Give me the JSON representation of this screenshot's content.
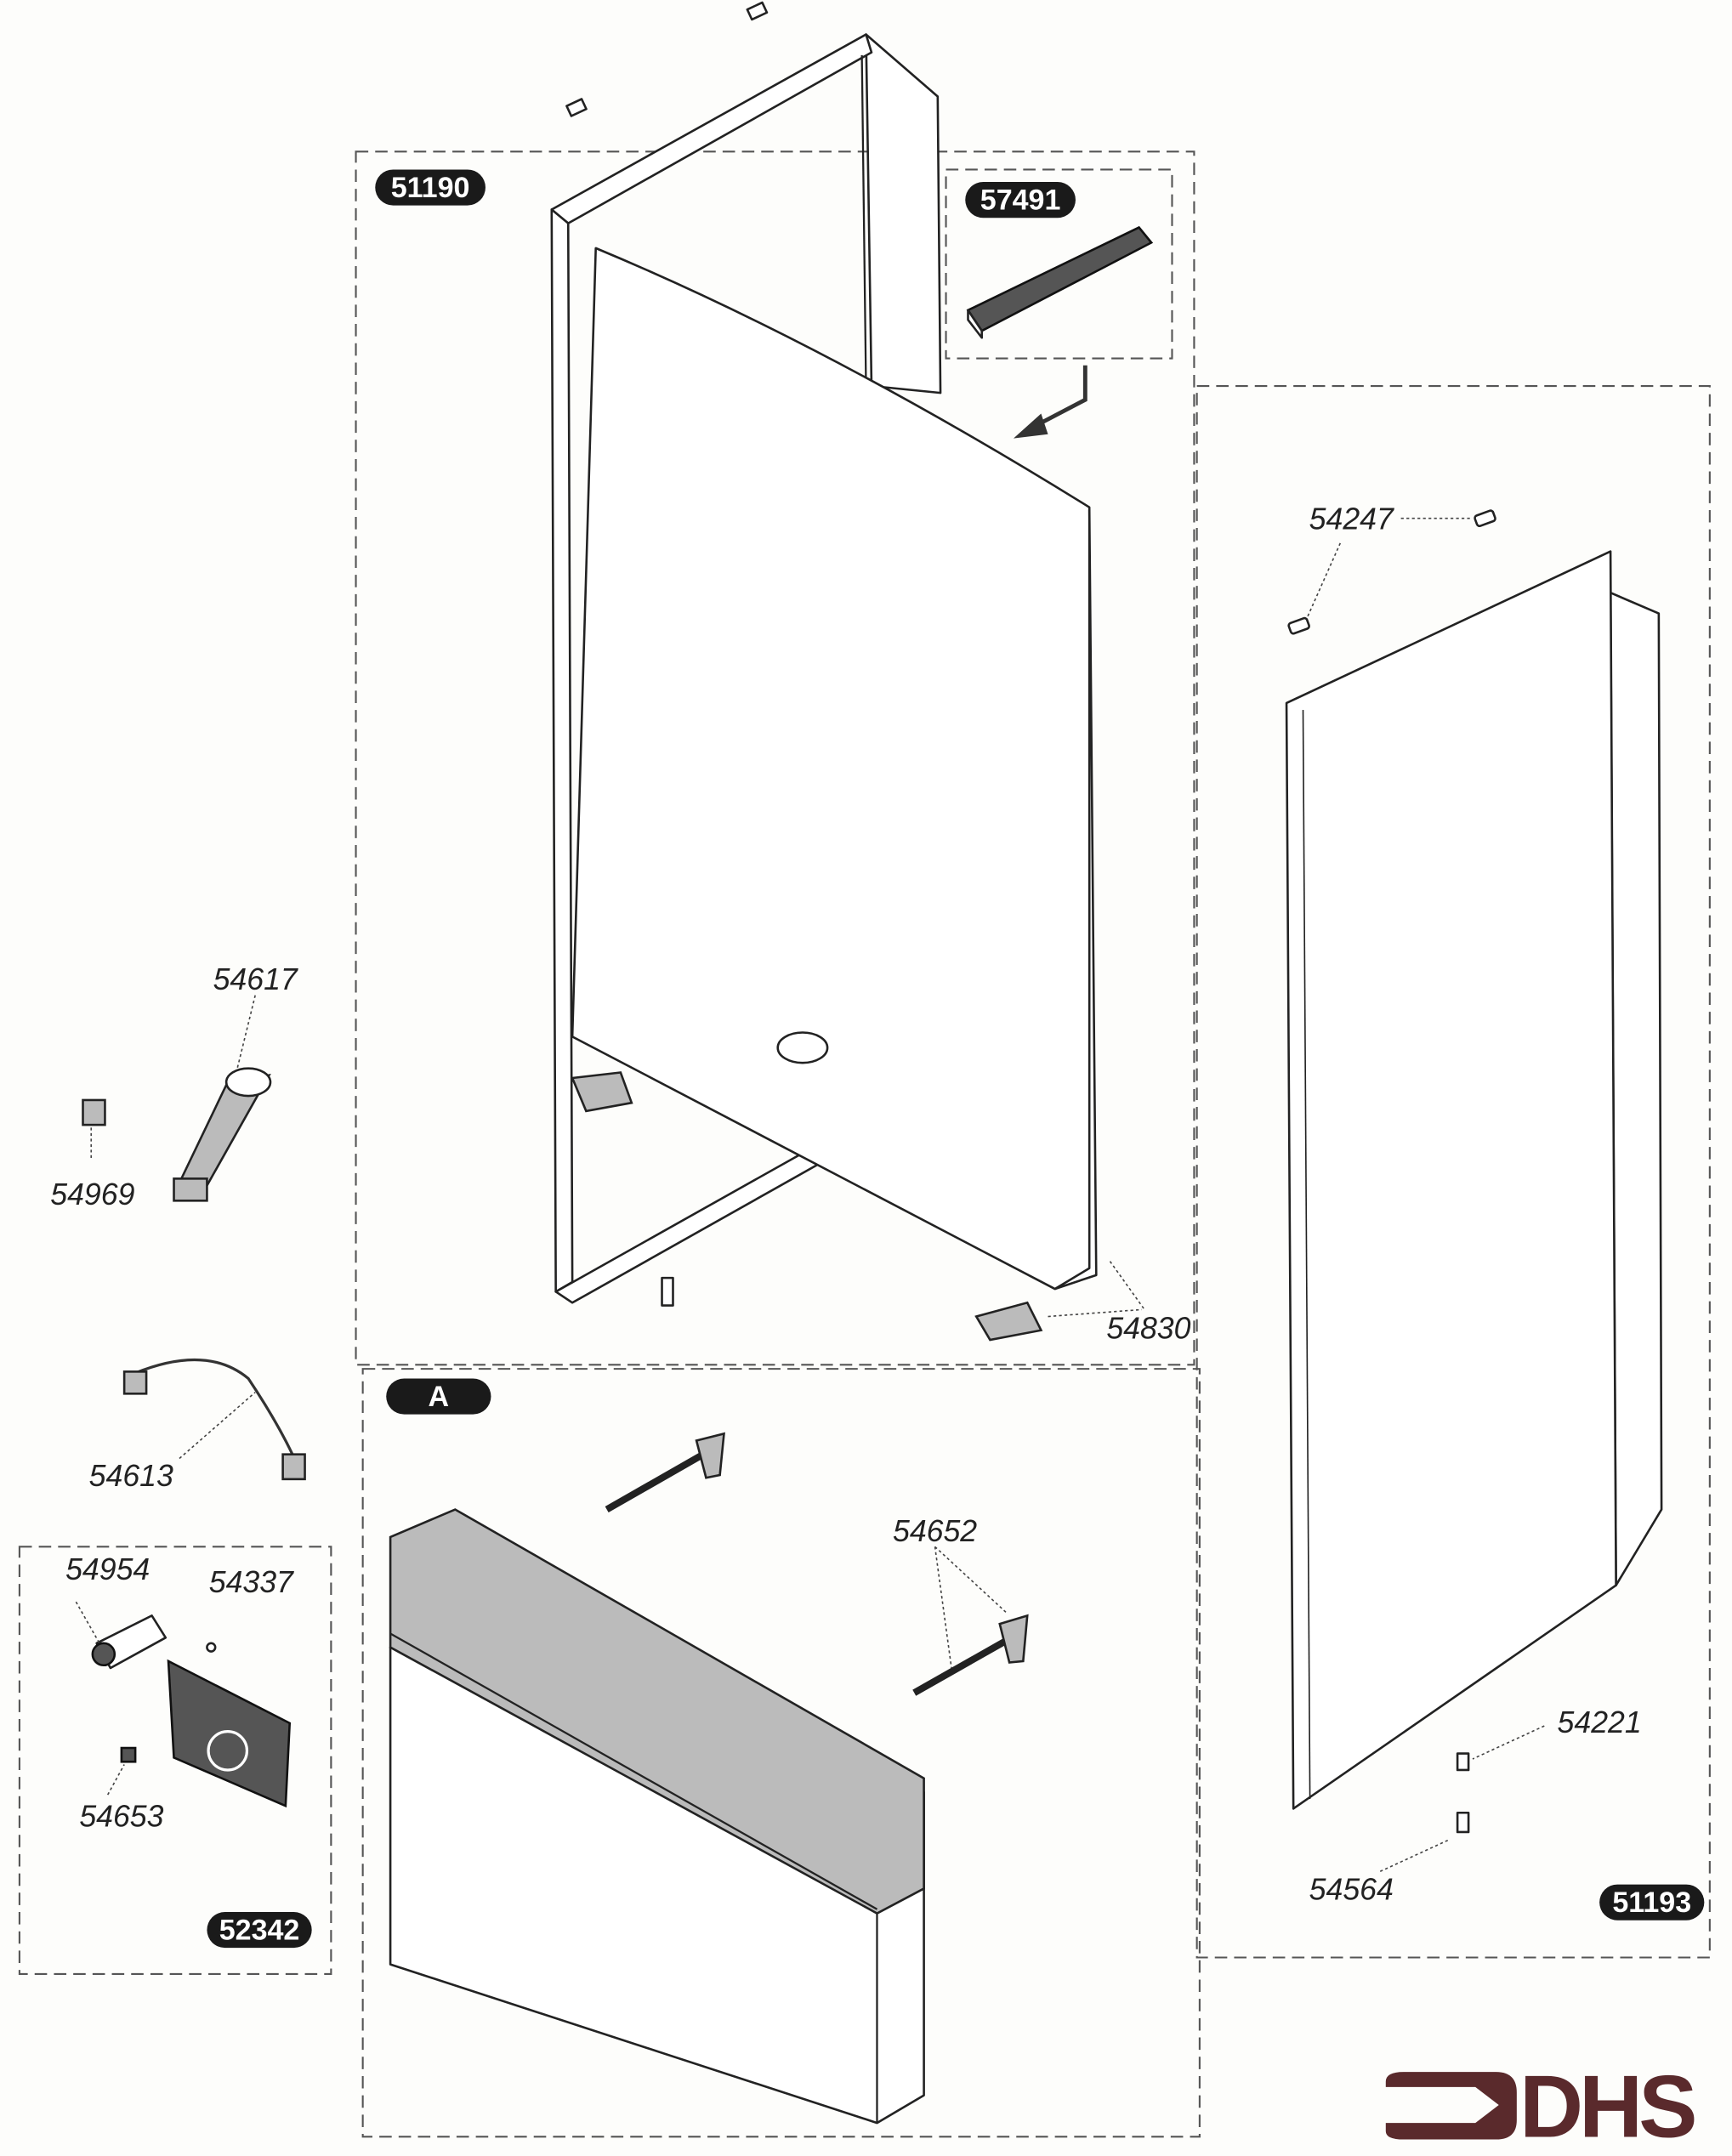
{
  "diagram": {
    "groups": [
      {
        "id": "51190"
      },
      {
        "id": "57491"
      },
      {
        "id": "51193"
      },
      {
        "id": "A"
      },
      {
        "id": "52342"
      }
    ],
    "part_labels": {
      "p54247": "54247",
      "p54617": "54617",
      "p54969": "54969",
      "p54830": "54830",
      "p54613": "54613",
      "p54954": "54954",
      "p54337": "54337",
      "p54653": "54653",
      "p54652": "54652",
      "p54221": "54221",
      "p54564": "54564"
    },
    "logo": {
      "text": "DHS",
      "color": "#5a2a2c"
    }
  }
}
